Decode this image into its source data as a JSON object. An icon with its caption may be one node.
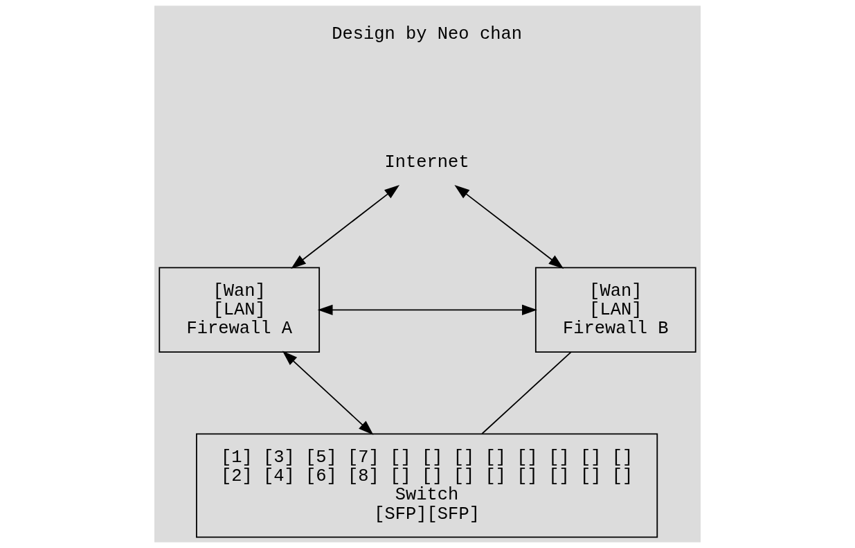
{
  "diagram": {
    "nodes": [
      {
        "text": [
          "Internet"
        ]
      },
      {
        "text": [
          "[Wan]",
          "[LAN]",
          "Firewall A"
        ]
      },
      {
        "text": [
          "[Wan]",
          "[LAN]",
          "Firewall B"
        ]
      },
      {
        "text": [
          "[1] [3] [5] [7] [] [] [] [] [] [] [] []",
          "[2] [4] [6] [8] [] [] [] [] [] [] [] []",
          "Switch",
          "[SFP][SFP]"
        ]
      }
    ],
    "edges": [
      {
        "from": 0,
        "to": 1,
        "arrow": "both"
      },
      {
        "from": 0,
        "to": 2,
        "arrow": "both"
      },
      {
        "from": 1,
        "to": 2,
        "arrow": "both"
      },
      {
        "from": 3,
        "to": 1,
        "arrow": "both"
      },
      {
        "from": 2,
        "to": 3,
        "arrow": "none"
      }
    ],
    "labels": [
      "Design by Neo chan"
    ]
  }
}
